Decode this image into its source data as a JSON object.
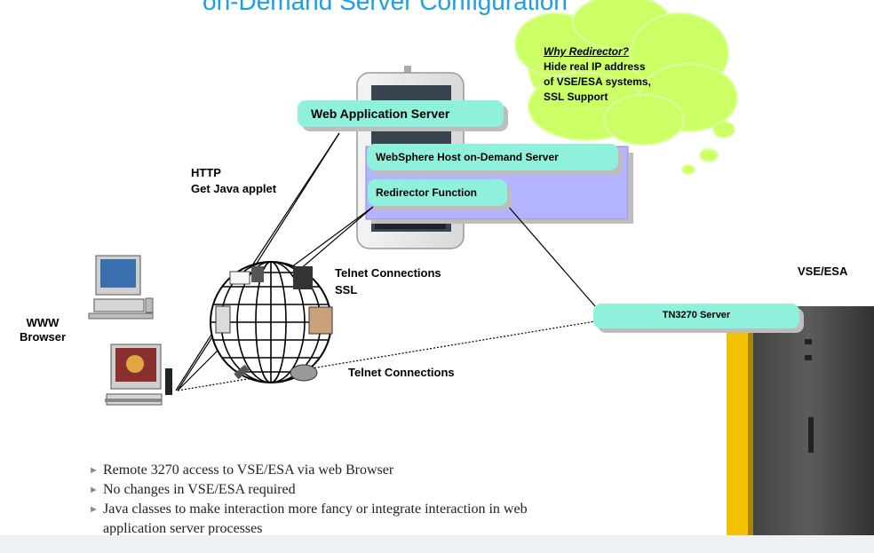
{
  "title": "on-Demand Server Configuration",
  "cloud": {
    "question": "Why Redirector?",
    "lines": [
      "Hide  real  IP address",
      "of VSE/ESA systems,",
      "SSL Support"
    ]
  },
  "boxes": {
    "web_app_server": "Web Application Server",
    "host_on_demand": "WebSphere  Host on-Demand Server",
    "redirector": "Redirector Function",
    "tn3270": "TN3270 Server"
  },
  "labels": {
    "http_line1": "HTTP",
    "http_line2": "Get Java applet",
    "telnet_ssl_line1": "Telnet Connections",
    "telnet_ssl_line2": "SSL",
    "telnet_plain": "Telnet Connections",
    "vse_esa": "VSE/ESA",
    "www_line1": "WWW",
    "www_line2": "Browser"
  },
  "bullets": [
    "Remote 3270 access to VSE/ESA via web Browser",
    "No changes in VSE/ESA required",
    "Java classes to make interaction more fancy or integrate interaction in web",
    "application server processes"
  ],
  "colors": {
    "title": "#1aa0e8",
    "box_fill": "#8ff0dc",
    "panel_fill": "#b3b3ff",
    "cloud_fill": "#ccff66",
    "mainframe_accent": "#f2c200"
  }
}
